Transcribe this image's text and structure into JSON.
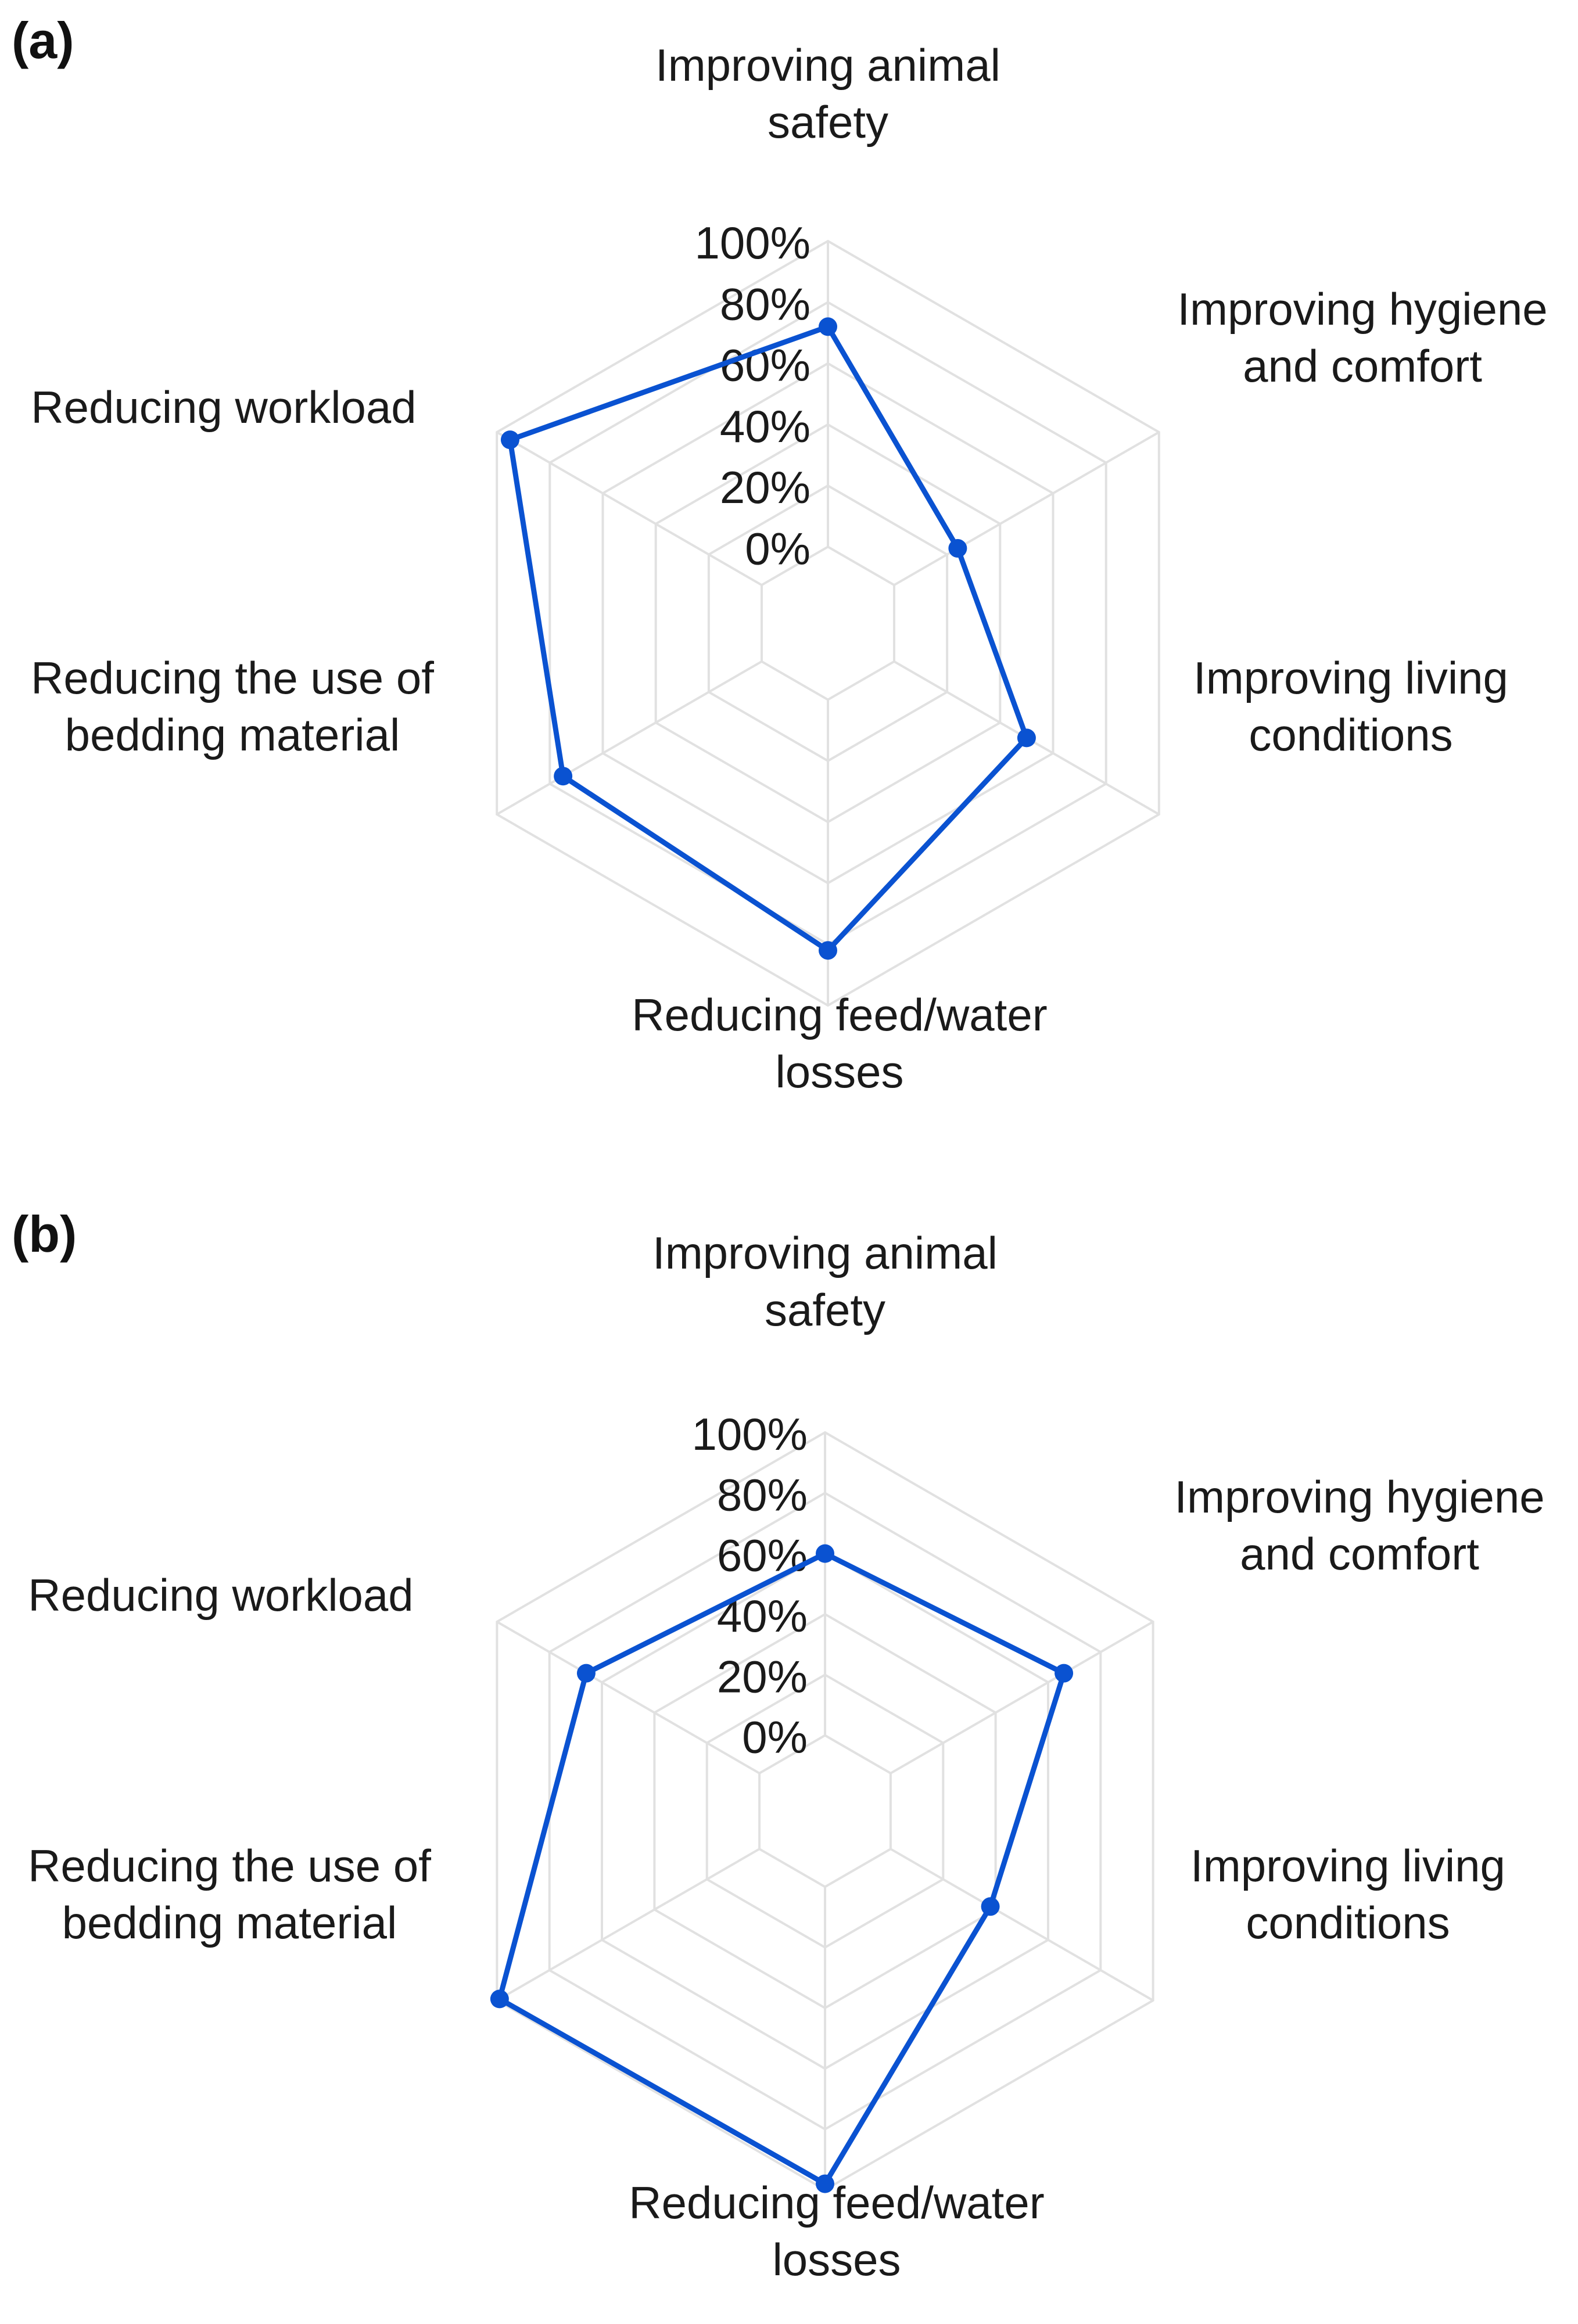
{
  "colors": {
    "series": "#0a52d1",
    "grid": "#e1e1e1",
    "text": "#1a1a1a"
  },
  "chart_data": [
    {
      "type": "radar",
      "panel_label": "(a)",
      "axes": [
        [
          "Improving animal",
          "safety"
        ],
        [
          "Improving hygiene",
          "and comfort"
        ],
        [
          "Improving living",
          "conditions"
        ],
        [
          "Reducing feed/water",
          "losses"
        ],
        [
          "Reducing the use of",
          "bedding material"
        ],
        [
          "Reducing workload",
          ""
        ]
      ],
      "rlim": [
        0,
        100
      ],
      "rticks": [
        0,
        20,
        40,
        60,
        80,
        100
      ],
      "tick_labels": [
        "0%",
        "20%",
        "40%",
        "60%",
        "80%",
        "100%"
      ],
      "grid": true,
      "values": [
        72,
        24,
        50,
        82,
        75,
        95
      ]
    },
    {
      "type": "radar",
      "panel_label": "(b)",
      "axes": [
        [
          "Improving animal",
          "safety"
        ],
        [
          "Improving hygiene",
          "and comfort"
        ],
        [
          "Improving living",
          "conditions"
        ],
        [
          "Reducing feed/water",
          "losses"
        ],
        [
          "Reducing the use of",
          "bedding material"
        ],
        [
          "Reducing workload",
          ""
        ]
      ],
      "rlim": [
        0,
        100
      ],
      "rticks": [
        0,
        20,
        40,
        60,
        80,
        100
      ],
      "tick_labels": [
        "0%",
        "20%",
        "40%",
        "60%",
        "80%",
        "100%"
      ],
      "grid": true,
      "values": [
        60,
        66,
        38,
        98,
        99,
        66
      ]
    }
  ]
}
